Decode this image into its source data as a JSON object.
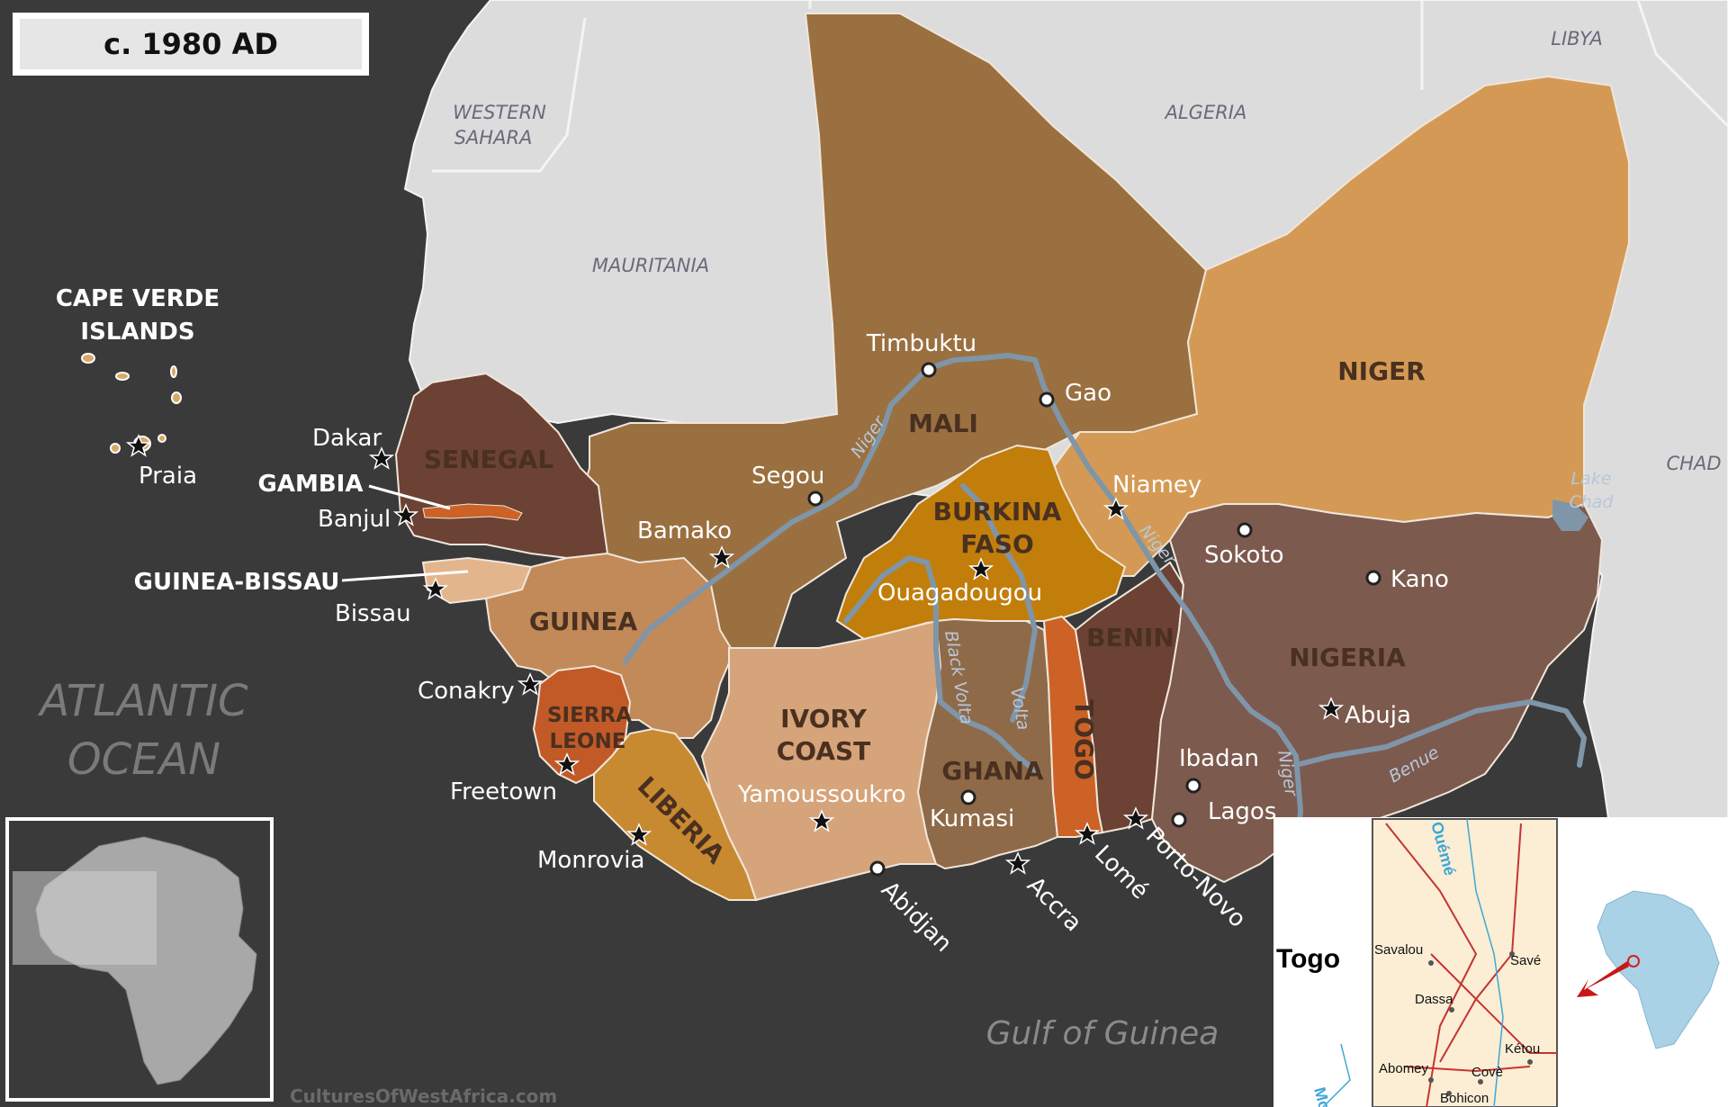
{
  "title": "c. 1980 AD",
  "credit": "CulturesOfWestAfrica.com",
  "oceans": {
    "atlantic_1": "ATLANTIC",
    "atlantic_2": "OCEAN",
    "gulf": "Gulf of Guinea"
  },
  "neighbors": {
    "western_sahara_1": "WESTERN",
    "western_sahara_2": "SAHARA",
    "algeria": "ALGERIA",
    "libya": "LIBYA",
    "mauritania": "MAURITANIA",
    "chad": "CHAD",
    "lake_chad_1": "Lake",
    "lake_chad_2": "Chad"
  },
  "countries": {
    "mali": "MALI",
    "niger": "NIGER",
    "senegal": "SENEGAL",
    "guinea": "GUINEA",
    "sierra_leone_1": "SIERRA",
    "sierra_leone_2": "LEONE",
    "liberia": "LIBERIA",
    "ivory_coast_1": "IVORY",
    "ivory_coast_2": "COAST",
    "burkina_faso_1": "BURKINA",
    "burkina_faso_2": "FASO",
    "ghana": "GHANA",
    "togo": "TOGO",
    "benin": "BENIN",
    "nigeria": "NIGERIA",
    "cape_verde_1": "CAPE VERDE",
    "cape_verde_2": "ISLANDS",
    "gambia": "GAMBIA",
    "guinea_bissau": "GUINEA-BISSAU"
  },
  "cities": {
    "timbuktu": "Timbuktu",
    "gao": "Gao",
    "segou": "Segou",
    "bamako": "Bamako",
    "niamey": "Niamey",
    "sokoto": "Sokoto",
    "kano": "Kano",
    "abuja": "Abuja",
    "ibadan": "Ibadan",
    "lagos": "Lagos",
    "ouagadougou": "Ouagadougou",
    "yamoussoukro": "Yamoussoukro",
    "kumasi": "Kumasi",
    "abidjan": "Abidjan",
    "accra": "Accra",
    "lome": "Lomé",
    "porto_novo": "Porto-Novo",
    "dakar": "Dakar",
    "banjul": "Banjul",
    "bissau": "Bissau",
    "conakry": "Conakry",
    "freetown": "Freetown",
    "monrovia": "Monrovia",
    "praia": "Praia"
  },
  "rivers": {
    "niger_1": "Niger",
    "niger_2": "Niger",
    "niger_3": "Niger",
    "benue": "Benue",
    "black_volta": "Black Volta",
    "volta": "Volta"
  },
  "togo_inset": {
    "title": "Togo",
    "river": "Ouémé",
    "river_2": "Mo",
    "places": [
      "Savalou",
      "Savé",
      "Dassa",
      "Kétou",
      "Abomey",
      "Covè",
      "Bohicon"
    ]
  },
  "colors": {
    "ocean": "#3a3a3a",
    "neighbor_land": "#dcdcdc",
    "river": "#7f95a8",
    "mali": "#9a7040",
    "niger": "#d49a55",
    "senegal": "#6b4234",
    "guinea": "#c28a58",
    "sierra_leone": "#c25a28",
    "liberia": "#c88a30",
    "ivory_coast": "#d6a47a",
    "burkina_faso": "#c27e0a",
    "ghana": "#8f6a48",
    "togo": "#cc6226",
    "benin": "#6b4234",
    "nigeria": "#7d5a4e"
  }
}
